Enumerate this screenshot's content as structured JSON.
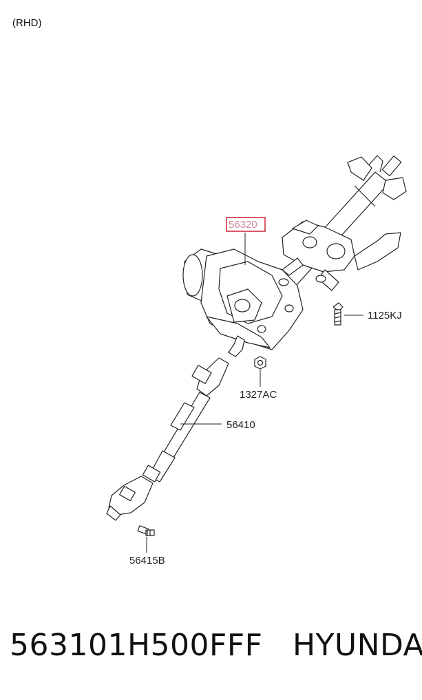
{
  "variant": "(RHD)",
  "parts": {
    "steering_column": "56320",
    "bolt_upper": "1125KJ",
    "nut": "1327AC",
    "intermediate_shaft": "56410",
    "bolt_lower": "56415B"
  },
  "highlight_color": "#cc2233",
  "footer": {
    "part_number": "563101H500FFF",
    "brand": "HYUNDAI"
  }
}
